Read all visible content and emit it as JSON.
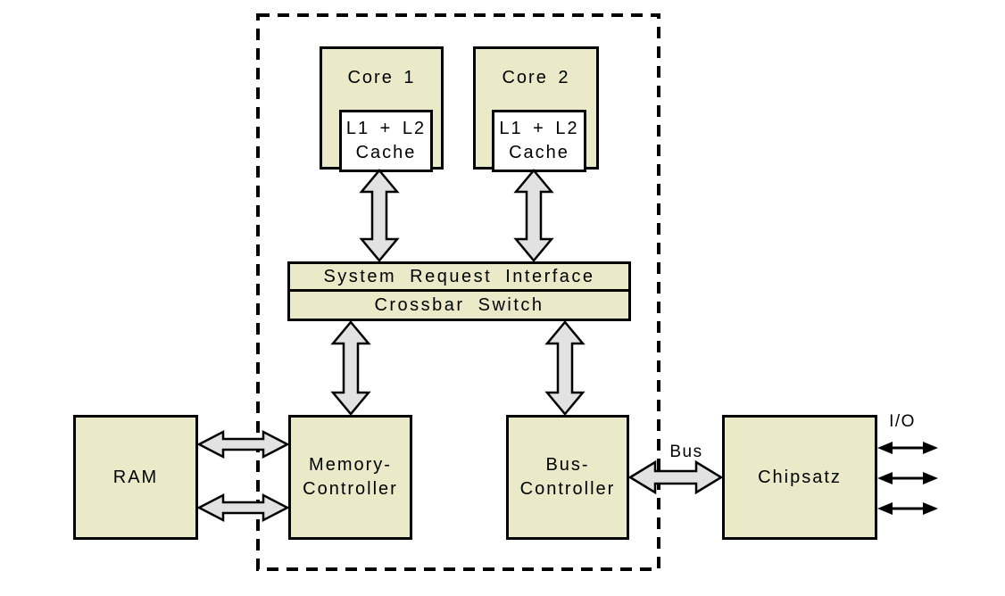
{
  "diagram": {
    "title": "dual-core-cpu-architecture",
    "nodes": {
      "core1": "Core 1",
      "core2": "Core 2",
      "cache1": {
        "line1": "L1 + L2",
        "line2": "Cache"
      },
      "cache2": {
        "line1": "L1 + L2",
        "line2": "Cache"
      },
      "sri": "System Request Interface",
      "crossbar": "Crossbar Switch",
      "memory_controller": {
        "line1": "Memory-",
        "line2": "Controller"
      },
      "bus_controller": {
        "line1": "Bus-",
        "line2": "Controller"
      },
      "ram": "RAM",
      "chipset": "Chipsatz"
    },
    "labels": {
      "bus": "Bus",
      "io": "I/O"
    },
    "colors": {
      "node_fill": "#eaeac9",
      "cache_fill": "#ffffff",
      "arrow_fill": "#e2e2e2",
      "line": "#000000",
      "background": "#ffffff"
    }
  }
}
